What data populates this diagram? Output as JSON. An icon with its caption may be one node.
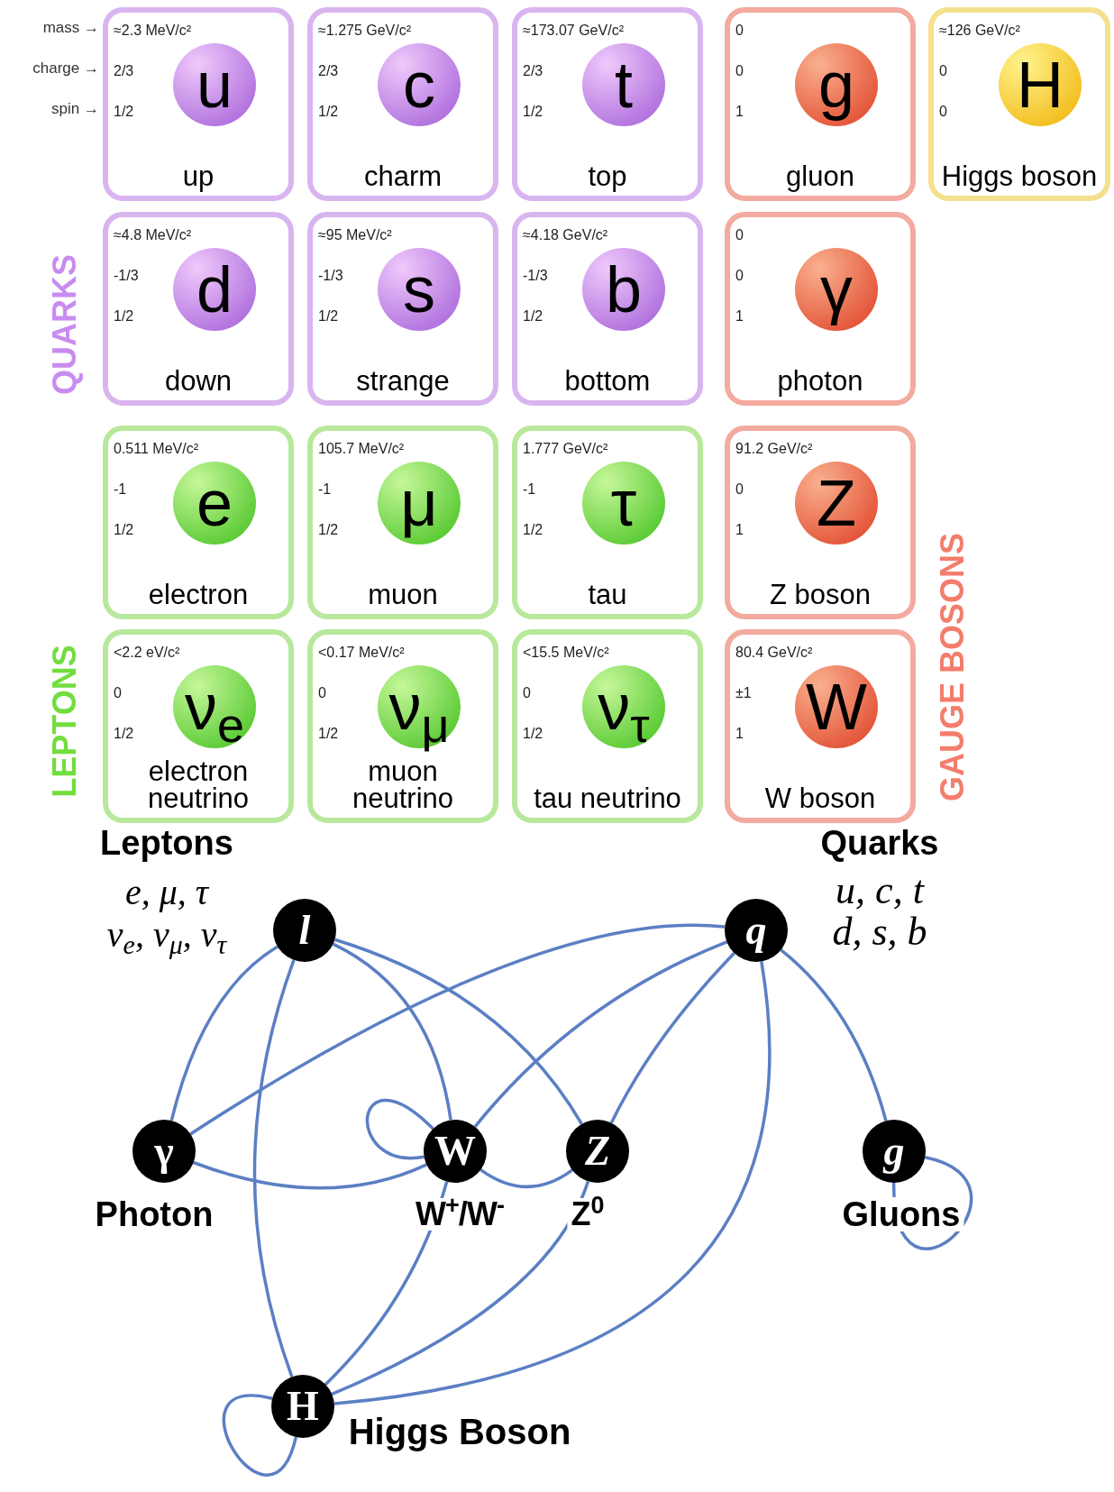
{
  "diagram": {
    "nodes": [
      {
        "text": [
          "≈2.3 MeV/c²",
          "2/3",
          "1/2",
          "u",
          "up"
        ]
      },
      {
        "text": [
          "≈1.275 GeV/c²",
          "2/3",
          "1/2",
          "c",
          "charm"
        ]
      },
      {
        "text": [
          "≈173.07 GeV/c²",
          "2/3",
          "1/2",
          "t",
          "top"
        ]
      },
      {
        "text": [
          "0",
          "0",
          "1",
          "g",
          "gluon"
        ]
      },
      {
        "text": [
          "≈126 GeV/c²",
          "0",
          "0",
          "H",
          "Higgs boson"
        ]
      },
      {
        "text": [
          "≈4.8 MeV/c²",
          "-1/3",
          "1/2",
          "d",
          "down"
        ]
      },
      {
        "text": [
          "≈95 MeV/c²",
          "-1/3",
          "1/2",
          "s",
          "strange"
        ]
      },
      {
        "text": [
          "≈4.18 GeV/c²",
          "-1/3",
          "1/2",
          "b",
          "bottom"
        ]
      },
      {
        "text": [
          "0",
          "0",
          "1",
          "γ",
          "photon"
        ]
      },
      {
        "text": [
          "0.511 MeV/c²",
          "-1",
          "1/2",
          "e",
          "electron"
        ]
      },
      {
        "text": [
          "105.7 MeV/c²",
          "-1",
          "1/2",
          "μ",
          "muon"
        ]
      },
      {
        "text": [
          "1.777 GeV/c²",
          "-1",
          "1/2",
          "τ",
          "tau"
        ]
      },
      {
        "text": [
          "91.2 GeV/c²",
          "0",
          "1",
          "Z",
          "Z boson"
        ]
      },
      {
        "text": [
          "<2.2 eV/c²",
          "0",
          "1/2",
          "ν$_{e}$",
          "electron neutrino"
        ]
      },
      {
        "text": [
          "<0.17 MeV/c²",
          "0",
          "1/2",
          "ν$_{μ}$",
          "muon neutrino"
        ]
      },
      {
        "text": [
          "<15.5 MeV/c²",
          "0",
          "1/2",
          "ν$_{τ}$",
          "tau neutrino"
        ]
      },
      {
        "text": [
          "80.4 GeV/c²",
          "±1",
          "1",
          "W",
          "W boson"
        ]
      },
      {
        "text": [
          "l"
        ],
        "beside": [
          "Leptons",
          "e, μ, τ",
          "ν$_{e}$, ν$_{μ}$, ν$_{τ}$"
        ]
      },
      {
        "text": [
          "q"
        ],
        "beside": [
          "Quarks",
          "u, c, t",
          "d, s, b"
        ]
      },
      {
        "text": [
          "γ"
        ],
        "beside": [
          "Photon"
        ]
      },
      {
        "text": [
          "W"
        ],
        "beside": [
          "W$^{+}$/W$^{-}$"
        ]
      },
      {
        "text": [
          "Z"
        ],
        "beside": [
          "Z$^{0}$"
        ]
      },
      {
        "text": [
          "g"
        ],
        "beside": [
          "Gluons"
        ]
      },
      {
        "text": [
          "H"
        ],
        "beside": [
          "Higgs Boson"
        ]
      }
    ],
    "edges": [
      {
        "from": 17,
        "to": 19,
        "arrow": "none"
      },
      {
        "from": 17,
        "to": 23,
        "arrow": "none"
      },
      {
        "from": 17,
        "to": 20,
        "arrow": "none"
      },
      {
        "from": 17,
        "to": 21,
        "arrow": "none"
      },
      {
        "from": 18,
        "to": 19,
        "arrow": "none"
      },
      {
        "from": 18,
        "to": 20,
        "arrow": "none"
      },
      {
        "from": 18,
        "to": 21,
        "arrow": "none"
      },
      {
        "from": 18,
        "to": 23,
        "arrow": "none"
      },
      {
        "from": 18,
        "to": 22,
        "arrow": "none"
      },
      {
        "from": 19,
        "to": 20,
        "arrow": "none"
      },
      {
        "from": 20,
        "to": 20,
        "arrow": "none"
      },
      {
        "from": 20,
        "to": 21,
        "arrow": "none"
      },
      {
        "from": 20,
        "to": 23,
        "arrow": "none"
      },
      {
        "from": 21,
        "to": 23,
        "arrow": "none"
      },
      {
        "from": 23,
        "to": 23,
        "arrow": "none"
      },
      {
        "from": 22,
        "to": 22,
        "arrow": "none"
      }
    ],
    "labels": [
      "mass →",
      "charge →",
      "spin →",
      "QUARKS",
      "LEPTONS",
      "GAUGE BOSONS"
    ]
  }
}
